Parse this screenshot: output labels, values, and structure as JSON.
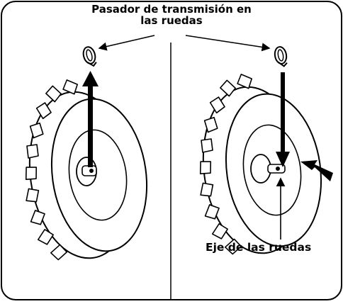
{
  "labels": {
    "pin_title_line1": "Pasador de transmisión en",
    "pin_title_line2": "las ruedas",
    "axle": "Eje de las ruedas"
  },
  "colors": {
    "line": "#000000",
    "background": "#ffffff",
    "tire_fill": "#ffffff",
    "arrow": "#000000"
  },
  "panels": [
    {
      "name": "removal",
      "arrow_direction": "up"
    },
    {
      "name": "installation",
      "arrow_direction": "down"
    }
  ],
  "icons": [
    "linch-pin-icon",
    "wheel-icon",
    "arrow-up-icon",
    "arrow-down-icon",
    "arrow-push-icon"
  ]
}
